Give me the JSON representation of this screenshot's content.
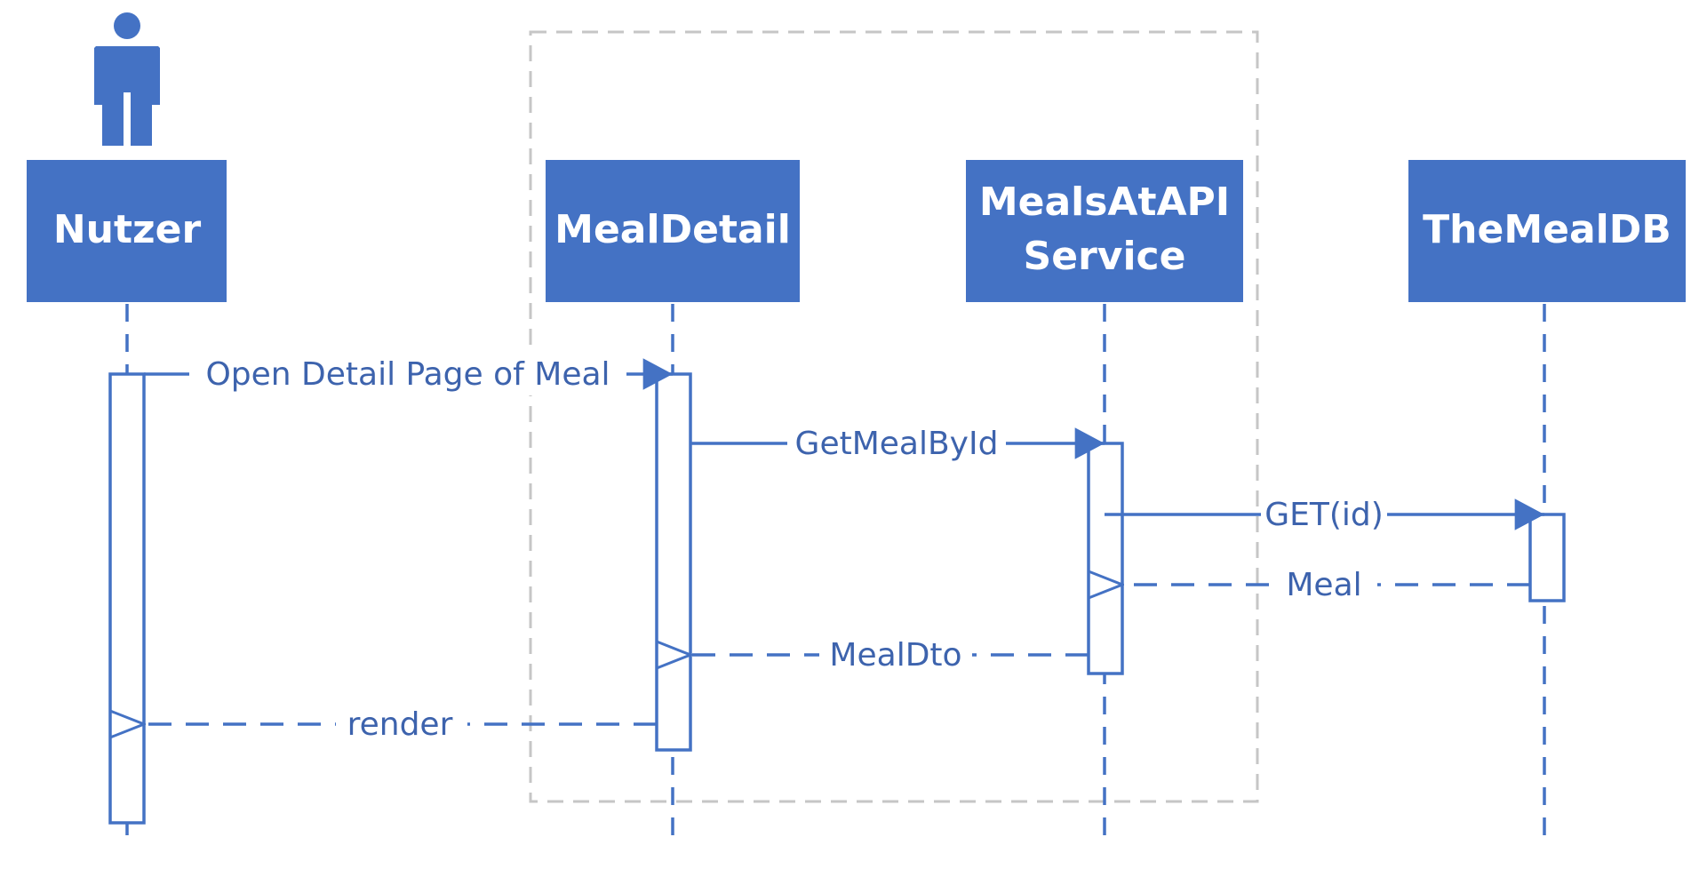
{
  "colors": {
    "accent": "#4472c4",
    "text": "#3d63ad",
    "frame": "#c6c6c6",
    "background": "#ffffff"
  },
  "icons": {
    "actor": "person-icon"
  },
  "participants": [
    {
      "id": "nutzer",
      "lines": [
        "Nutzer"
      ]
    },
    {
      "id": "mealdetail",
      "lines": [
        "MealDetail"
      ]
    },
    {
      "id": "mealsatapi-service",
      "lines": [
        "MealsAtAPI",
        "Service"
      ]
    },
    {
      "id": "themealdb",
      "lines": [
        "TheMealDB"
      ]
    }
  ],
  "messages": [
    {
      "id": "open-detail",
      "from": "nutzer",
      "to": "mealdetail",
      "kind": "sync",
      "label": "Open Detail Page of Meal"
    },
    {
      "id": "get-meal-by-id",
      "from": "mealdetail",
      "to": "mealsatapi-service",
      "kind": "sync",
      "label": "GetMealById"
    },
    {
      "id": "get-id",
      "from": "mealsatapi-service",
      "to": "themealdb",
      "kind": "sync",
      "label": "GET(id)"
    },
    {
      "id": "meal",
      "from": "themealdb",
      "to": "mealsatapi-service",
      "kind": "reply",
      "label": "Meal"
    },
    {
      "id": "meal-dto",
      "from": "mealsatapi-service",
      "to": "mealdetail",
      "kind": "reply",
      "label": "MealDto"
    },
    {
      "id": "render",
      "from": "mealdetail",
      "to": "nutzer",
      "kind": "reply",
      "label": "render"
    }
  ]
}
